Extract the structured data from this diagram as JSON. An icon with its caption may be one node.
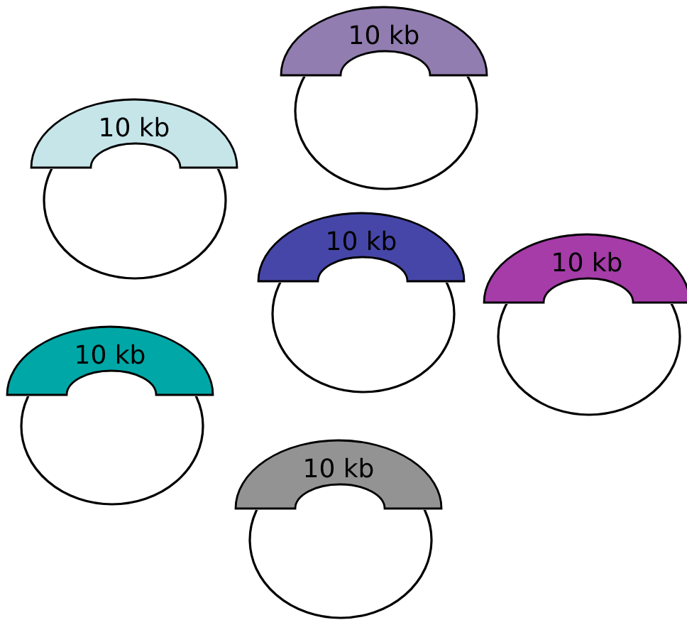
{
  "diagram": {
    "nodes": [
      {
        "text": [
          "10 kb"
        ]
      },
      {
        "text": [],
        "shape": "circle"
      },
      {
        "text": [
          "10 kb"
        ]
      },
      {
        "text": [],
        "shape": "circle"
      },
      {
        "text": [
          "10 kb"
        ]
      },
      {
        "text": [],
        "shape": "circle"
      },
      {
        "text": [
          "10 kb"
        ]
      },
      {
        "text": [],
        "shape": "circle"
      },
      {
        "text": [
          "10 kb"
        ]
      },
      {
        "text": [],
        "shape": "circle"
      },
      {
        "text": [
          "10 kb"
        ]
      },
      {
        "text": [],
        "shape": "circle"
      }
    ],
    "edges": []
  }
}
